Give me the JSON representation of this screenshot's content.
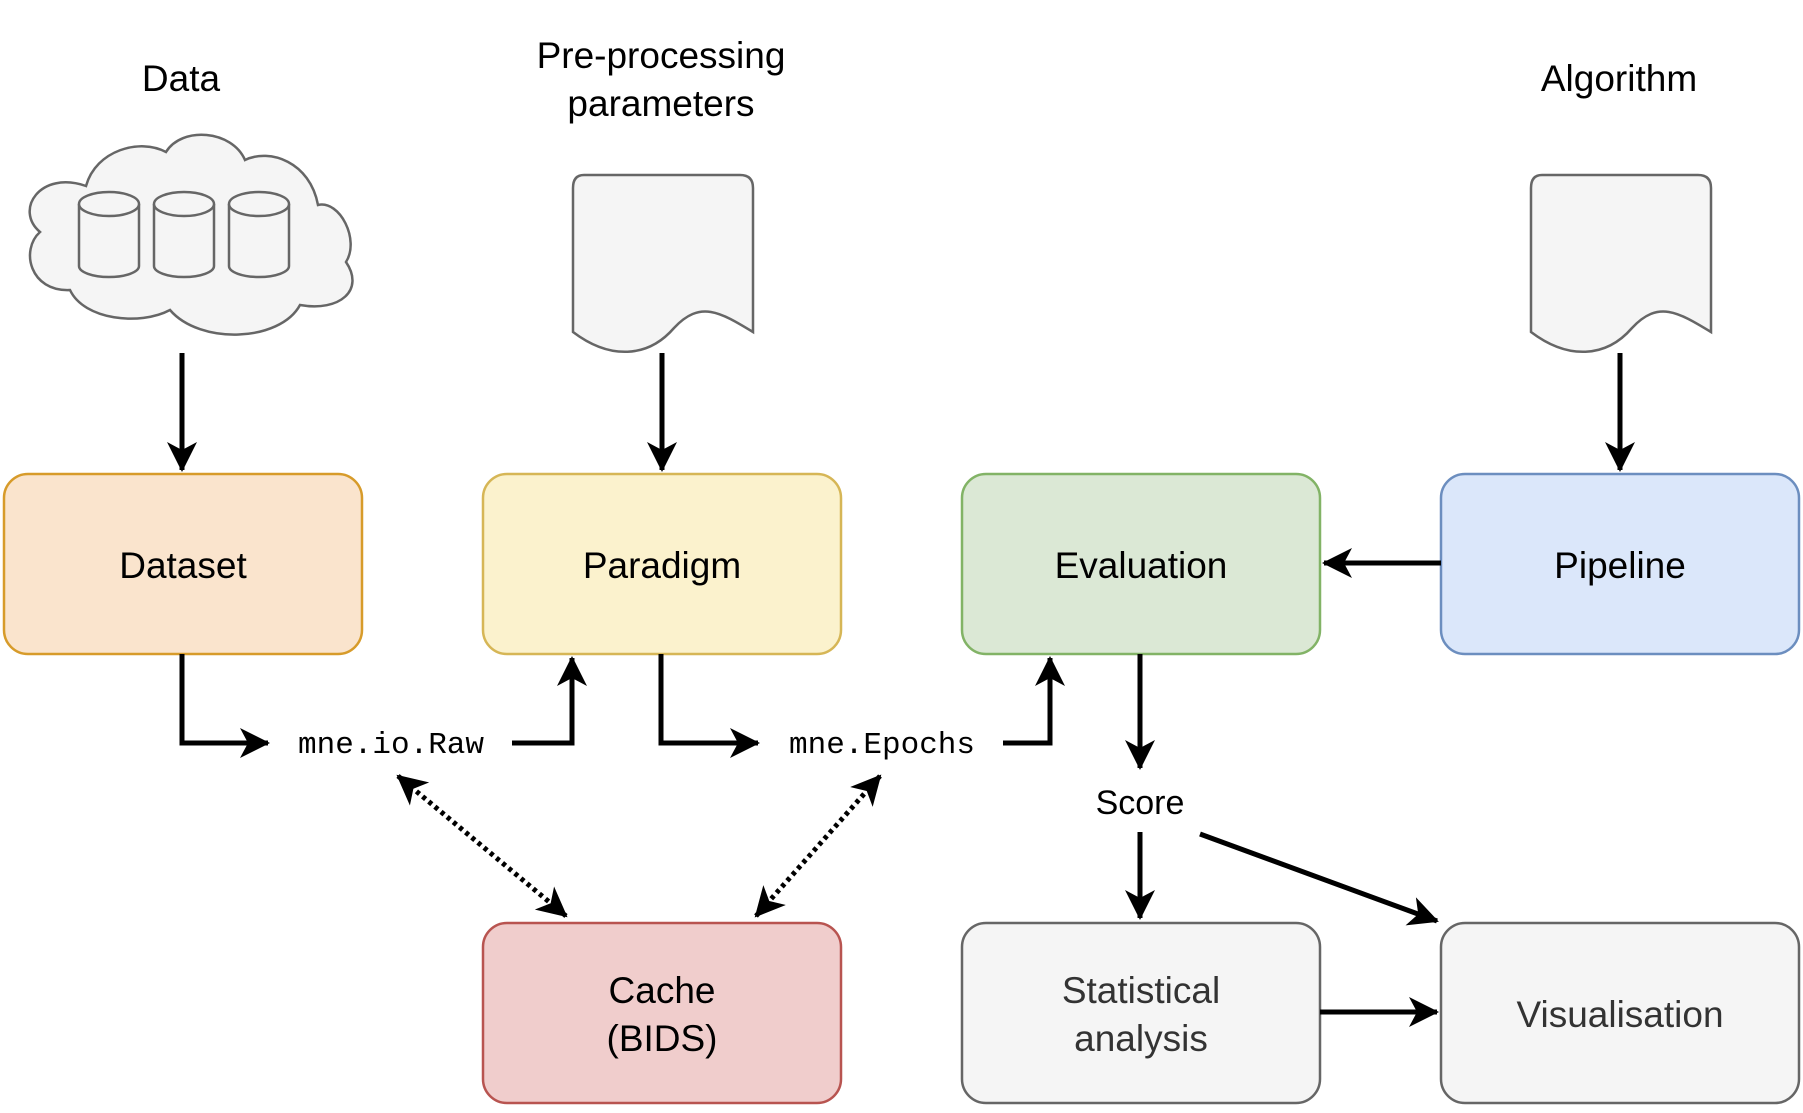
{
  "titles": {
    "data": "Data",
    "preprocessing_line1": "Pre-processing",
    "preprocessing_line2": "parameters",
    "algorithm": "Algorithm"
  },
  "boxes": {
    "dataset": "Dataset",
    "paradigm": "Paradigm",
    "evaluation": "Evaluation",
    "pipeline": "Pipeline",
    "cache_line1": "Cache",
    "cache_line2": "(BIDS)",
    "statistical_line1": "Statistical",
    "statistical_line2": "analysis",
    "visualisation": "Visualisation"
  },
  "labels": {
    "raw": "mne.io.Raw",
    "epochs": "mne.Epochs",
    "score": "Score"
  },
  "colors": {
    "dataset_fill": "#fae4cd",
    "dataset_stroke": "#d79b2a",
    "paradigm_fill": "#fbf2cd",
    "paradigm_stroke": "#d6b656",
    "evaluation_fill": "#dbe8d5",
    "evaluation_stroke": "#82b366",
    "pipeline_fill": "#dbe7fa",
    "pipeline_stroke": "#6c8ebf",
    "cache_fill": "#f0cdcc",
    "cache_stroke": "#b85450",
    "grey_fill": "#f5f5f5",
    "grey_stroke": "#666666"
  }
}
